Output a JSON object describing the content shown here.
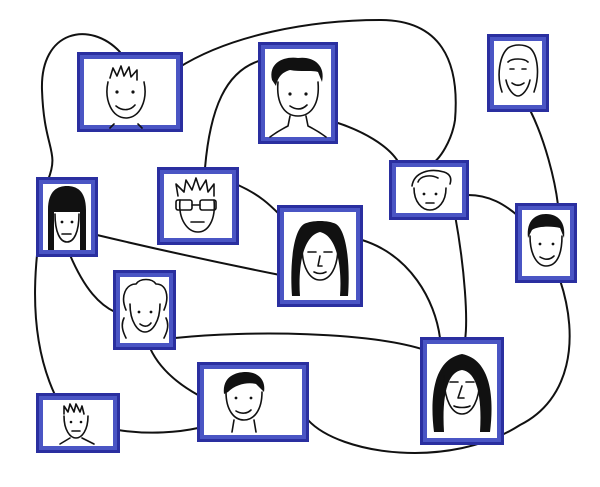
{
  "colors": {
    "frame": "#2a2fa0",
    "frame_inner": "#4a55c4",
    "photo": "#ffffff",
    "connector": "#111111"
  },
  "people": [
    {
      "id": "p1",
      "hair": "spiky"
    },
    {
      "id": "p2",
      "hair": "messy"
    },
    {
      "id": "p3",
      "hair": "long-wavy"
    },
    {
      "id": "p4",
      "hair": "spiky-glasses"
    },
    {
      "id": "p5",
      "hair": "swoop"
    },
    {
      "id": "p6",
      "hair": "long-bangs"
    },
    {
      "id": "p7",
      "hair": "long-center"
    },
    {
      "id": "p8",
      "hair": "short"
    },
    {
      "id": "p9",
      "hair": "curly"
    },
    {
      "id": "p10",
      "hair": "bob"
    },
    {
      "id": "p11",
      "hair": "side-part"
    },
    {
      "id": "p12",
      "hair": "crew"
    }
  ],
  "connections": [
    [
      "p1",
      "p8"
    ],
    [
      "p1",
      "p12"
    ],
    [
      "p2",
      "p4"
    ],
    [
      "p2",
      "p5"
    ],
    [
      "p3",
      "p8"
    ],
    [
      "p4",
      "p7"
    ],
    [
      "p5",
      "p10"
    ],
    [
      "p5",
      "p11"
    ],
    [
      "p6",
      "p7"
    ],
    [
      "p6",
      "p9"
    ],
    [
      "p7",
      "p10"
    ],
    [
      "p9",
      "p11"
    ],
    [
      "p9",
      "p10"
    ],
    [
      "p8",
      "p11"
    ],
    [
      "p12",
      "p11"
    ]
  ]
}
